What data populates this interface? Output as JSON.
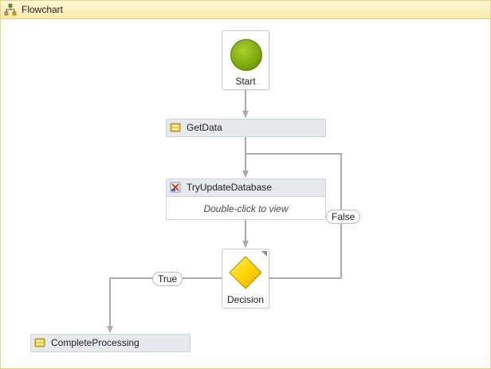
{
  "designer": {
    "title": "Flowchart"
  },
  "nodes": {
    "start": {
      "label": "Start"
    },
    "get_data": {
      "label": "GetData"
    },
    "try_update": {
      "label": "TryUpdateDatabase",
      "hint": "Double-click to view"
    },
    "decision": {
      "label": "Decision"
    },
    "complete": {
      "label": "CompleteProcessing"
    }
  },
  "transitions": {
    "true_label": "True",
    "false_label": "False"
  },
  "colors": {
    "titlebar": "#fbe9ac",
    "activity_fill": "#e6e9ee",
    "connector": "#a8acb3",
    "start_green": "#78a80a",
    "decision_yellow": "#ffd700"
  },
  "icons": {
    "title": "flowchart-icon",
    "activity": "sequence-icon",
    "try_update": "try-catch-icon",
    "decision": "diamond-icon"
  }
}
